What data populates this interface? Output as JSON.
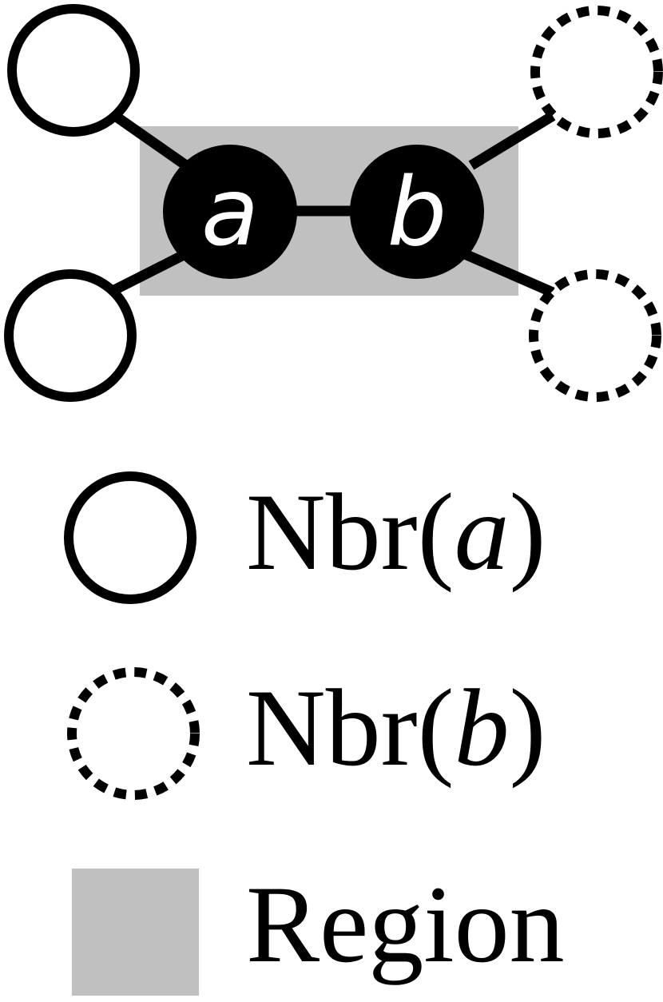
{
  "colors": {
    "region_fill": "#c0c0c0",
    "node_fill": "#000000",
    "neighbor_fill": "#ffffff",
    "stroke": "#000000",
    "label": "#ffffff",
    "background": "#ffffff"
  },
  "nodes": {
    "a": {
      "label": "a"
    },
    "b": {
      "label": "b"
    }
  },
  "legend": {
    "nbr_a": {
      "prefix": "Nbr(",
      "var": "a",
      "suffix": ")"
    },
    "nbr_b": {
      "prefix": "Nbr(",
      "var": "b",
      "suffix": ")"
    },
    "region": {
      "label": "Region"
    }
  }
}
